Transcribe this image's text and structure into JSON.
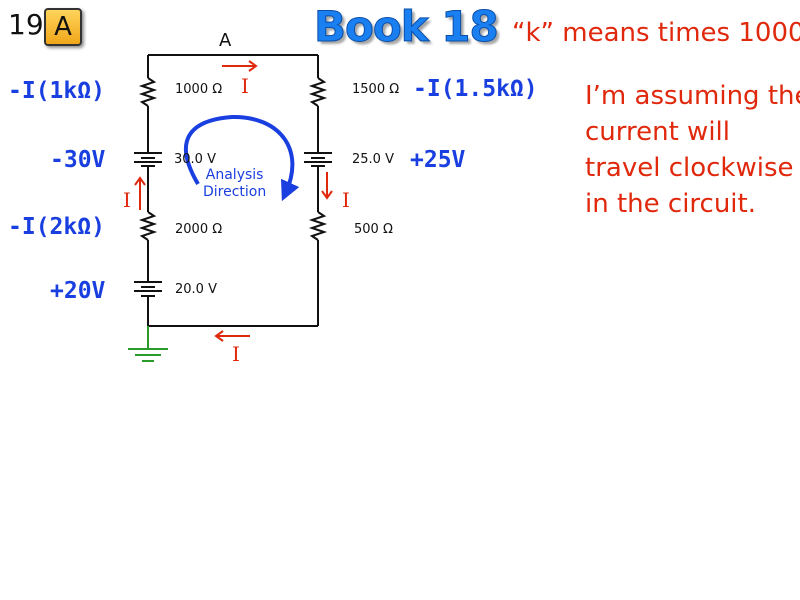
{
  "header": {
    "slide_number": "19",
    "badge": "A",
    "title": "Book 18",
    "note": "“k” means times 1000"
  },
  "assumption": {
    "lines": [
      "I’m assuming the",
      "current will",
      "travel clockwise",
      "in the circuit."
    ]
  },
  "circuit": {
    "node_label": "A",
    "components": {
      "r_left_top": "1000 Ω",
      "r_right_top": "1500 Ω",
      "battery_left": "30.0 V",
      "battery_right": "25.0 V",
      "r_left_bottom": "2000 Ω",
      "r_right_bottom": "500 Ω",
      "battery_bottom": "20.0 V"
    },
    "equation_terms": {
      "r_left_top": "-I(1kΩ)",
      "r_right_top": "-I(1.5kΩ)",
      "battery_left": "-30V",
      "battery_right": "+25V",
      "r_left_bottom": "-I(2kΩ)",
      "battery_bottom": "+20V"
    },
    "current_label": "I",
    "analysis_direction": [
      "Analysis",
      "Direction"
    ]
  },
  "colors": {
    "current": "#e0280c",
    "equation": "#1a3fe0",
    "ground": "#2a9a2a",
    "title": "#1a7ff0"
  }
}
